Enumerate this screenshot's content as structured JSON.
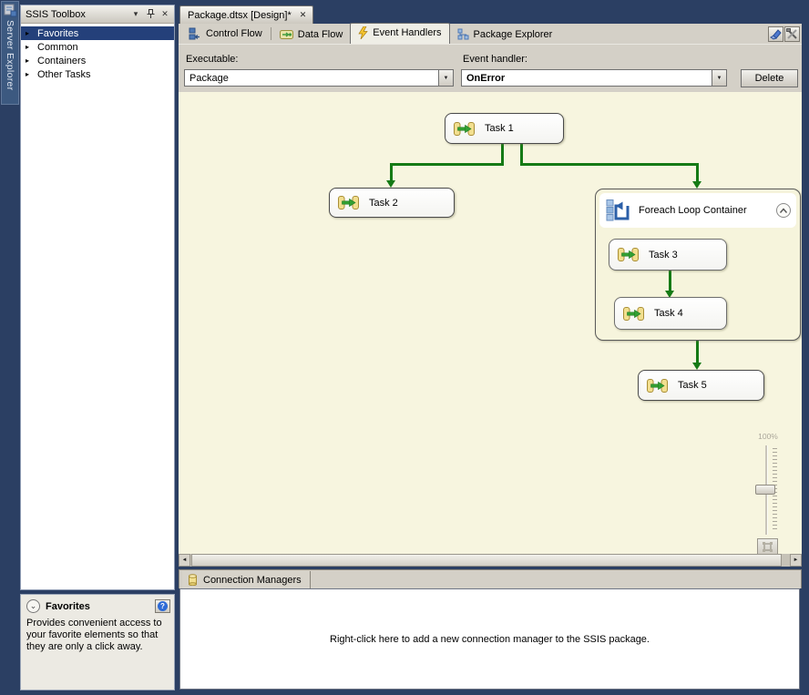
{
  "side": {
    "server_explorer_label": "Server Explorer"
  },
  "toolbox": {
    "title": "SSIS Toolbox",
    "items": [
      {
        "label": "Favorites"
      },
      {
        "label": "Common"
      },
      {
        "label": "Containers"
      },
      {
        "label": "Other Tasks"
      }
    ],
    "info_title": "Favorites",
    "info_description": "Provides convenient access to your favorite elements so that they are only a click away."
  },
  "document": {
    "tab_title": "Package.dtsx [Design]*",
    "designer_tabs": [
      {
        "label": "Control Flow"
      },
      {
        "label": "Data Flow"
      },
      {
        "label": "Event Handlers"
      },
      {
        "label": "Package Explorer"
      }
    ]
  },
  "handler_bar": {
    "executable_label": "Executable:",
    "executable_value": "Package",
    "event_handler_label": "Event handler:",
    "event_handler_value": "OnError",
    "delete_label": "Delete"
  },
  "canvas": {
    "tasks": [
      {
        "label": "Task 1"
      },
      {
        "label": "Task 2"
      },
      {
        "label": "Task 3"
      },
      {
        "label": "Task 4"
      },
      {
        "label": "Task 5"
      }
    ],
    "container_label": "Foreach Loop Container",
    "zoom_level": "100%"
  },
  "connection_managers": {
    "tab_label": "Connection Managers",
    "empty_text": "Right-click here to add a new connection manager to the SSIS package."
  },
  "icons": {
    "menu_chevron": "▾",
    "close": "✕",
    "expander": "▸",
    "collapse_chevron": "⌄",
    "help": "?",
    "scroll_left": "◄",
    "scroll_right": "►",
    "combo_arrow": "▼"
  },
  "colors": {
    "frame": "#2B3F63",
    "chrome": "#D4D0C7",
    "surface": "#F7F5DF",
    "selection": "#24407A",
    "connector_green": "#157A15",
    "task_icon_yellow": "#F2DF8F"
  }
}
